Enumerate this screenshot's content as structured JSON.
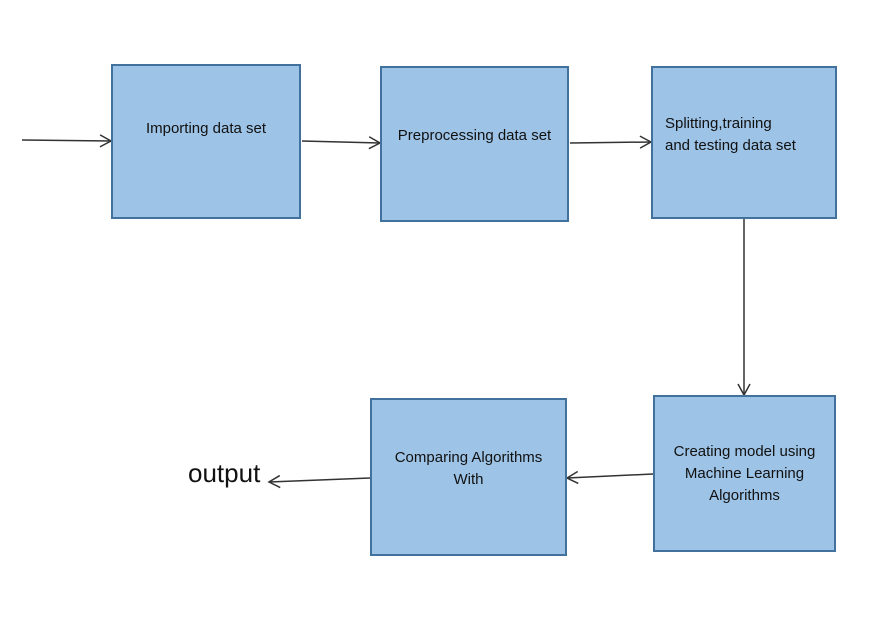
{
  "nodes": {
    "import": "Importing data set",
    "preprocess": "Preprocessing data set",
    "split": "Splitting,training\nand testing data set",
    "model": "Creating model using\nMachine Learning\nAlgorithms",
    "compare": "Comparing Algorithms\nWith"
  },
  "output_label": "output",
  "colors": {
    "box_fill": "#9dc3e6",
    "box_border": "#41719c",
    "arrow": "#333333"
  }
}
